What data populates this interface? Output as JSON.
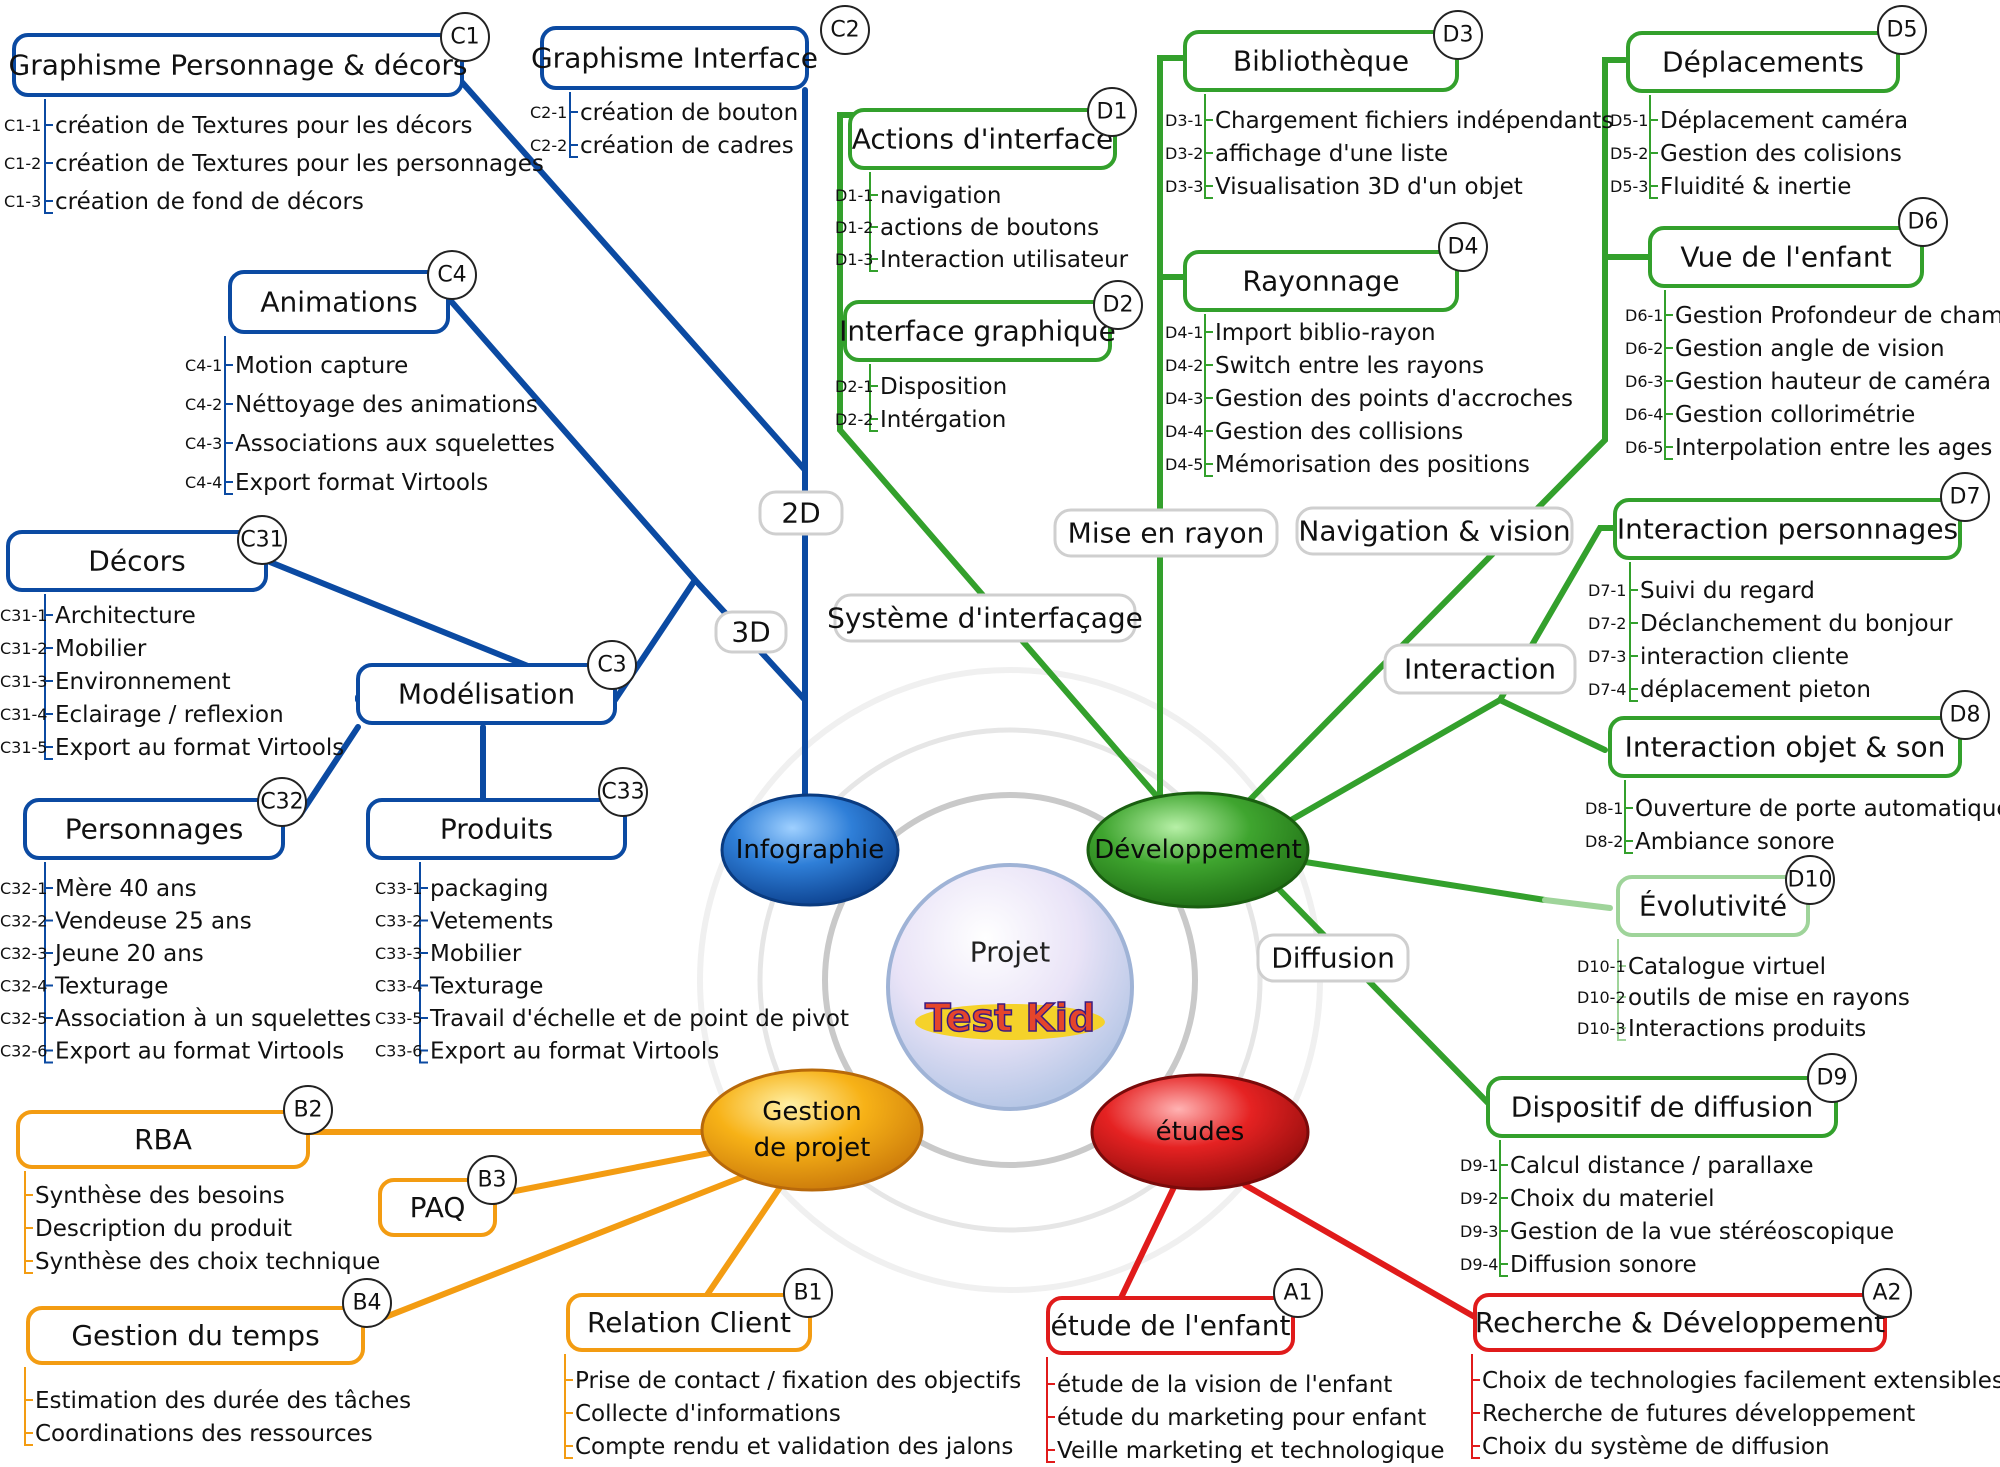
{
  "center": {
    "title": "Projet",
    "logo_text": "Test Kid"
  },
  "hubs": {
    "infographie": "Infographie",
    "developpement": "Développement",
    "gestion_line1": "Gestion",
    "gestion_line2": "de projet",
    "etudes": "études"
  },
  "branch_labels": {
    "l2d": "2D",
    "l3d": "3D",
    "interfacage": "Système d'interfaçage",
    "mise_en_rayon": "Mise en rayon",
    "navigation_vision": "Navigation & vision",
    "interaction": "Interaction",
    "diffusion": "Diffusion"
  },
  "nodes": {
    "C1": {
      "code": "C1",
      "title": "Graphisme Personnage & décors",
      "items": [
        {
          "ref": "C1-1",
          "text": "création de Textures pour les décors"
        },
        {
          "ref": "C1-2",
          "text": "création de Textures pour les personnages"
        },
        {
          "ref": "C1-3",
          "text": "création de fond de décors"
        }
      ]
    },
    "C2": {
      "code": "C2",
      "title": "Graphisme Interface",
      "items": [
        {
          "ref": "C2-1",
          "text": "création de bouton"
        },
        {
          "ref": "C2-2",
          "text": "création de cadres"
        }
      ]
    },
    "C4": {
      "code": "C4",
      "title": "Animations",
      "items": [
        {
          "ref": "C4-1",
          "text": "Motion capture"
        },
        {
          "ref": "C4-2",
          "text": "Néttoyage des animations"
        },
        {
          "ref": "C4-3",
          "text": "Associations aux squelettes"
        },
        {
          "ref": "C4-4",
          "text": "Export format Virtools"
        }
      ]
    },
    "C31": {
      "code": "C31",
      "title": "Décors",
      "items": [
        {
          "ref": "C31-1",
          "text": "Architecture"
        },
        {
          "ref": "C31-2",
          "text": "Mobilier"
        },
        {
          "ref": "C31-3",
          "text": "Environnement"
        },
        {
          "ref": "C31-4",
          "text": "Eclairage / reflexion"
        },
        {
          "ref": "C31-5",
          "text": "Export au format Virtools"
        }
      ]
    },
    "C3": {
      "code": "C3",
      "title": "Modélisation",
      "items": []
    },
    "C32": {
      "code": "C32",
      "title": "Personnages",
      "items": [
        {
          "ref": "C32-1",
          "text": "Mère 40 ans"
        },
        {
          "ref": "C32-2",
          "text": "Vendeuse 25 ans"
        },
        {
          "ref": "C32-3",
          "text": "Jeune 20 ans"
        },
        {
          "ref": "C32-4",
          "text": "Texturage"
        },
        {
          "ref": "C32-5",
          "text": "Association à un squelettes"
        },
        {
          "ref": "C32-6",
          "text": "Export au format Virtools"
        }
      ]
    },
    "C33": {
      "code": "C33",
      "title": "Produits",
      "items": [
        {
          "ref": "C33-1",
          "text": "packaging"
        },
        {
          "ref": "C33-2",
          "text": "Vetements"
        },
        {
          "ref": "C33-3",
          "text": "Mobilier"
        },
        {
          "ref": "C33-4",
          "text": "Texturage"
        },
        {
          "ref": "C33-5",
          "text": "Travail d'échelle et de point de pivot"
        },
        {
          "ref": "C33-6",
          "text": "Export au format Virtools"
        }
      ]
    },
    "D1": {
      "code": "D1",
      "title": "Actions d'interface",
      "items": [
        {
          "ref": "D1-1",
          "text": "navigation"
        },
        {
          "ref": "D1-2",
          "text": "actions de boutons"
        },
        {
          "ref": "D1-3",
          "text": "Interaction utilisateur"
        }
      ]
    },
    "D2": {
      "code": "D2",
      "title": "Interface graphique",
      "items": [
        {
          "ref": "D2-1",
          "text": "Disposition"
        },
        {
          "ref": "D2-2",
          "text": "Intérgation"
        }
      ]
    },
    "D3": {
      "code": "D3",
      "title": "Bibliothèque",
      "items": [
        {
          "ref": "D3-1",
          "text": "Chargement fichiers indépendants"
        },
        {
          "ref": "D3-2",
          "text": "affichage d'une liste"
        },
        {
          "ref": "D3-3",
          "text": "Visualisation 3D d'un objet"
        }
      ]
    },
    "D4": {
      "code": "D4",
      "title": "Rayonnage",
      "items": [
        {
          "ref": "D4-1",
          "text": "Import biblio-rayon"
        },
        {
          "ref": "D4-2",
          "text": "Switch entre les rayons"
        },
        {
          "ref": "D4-3",
          "text": "Gestion des points d'accroches"
        },
        {
          "ref": "D4-4",
          "text": "Gestion des collisions"
        },
        {
          "ref": "D4-5",
          "text": "Mémorisation des positions"
        }
      ]
    },
    "D5": {
      "code": "D5",
      "title": "Déplacements",
      "items": [
        {
          "ref": "D5-1",
          "text": "Déplacement caméra"
        },
        {
          "ref": "D5-2",
          "text": "Gestion des colisions"
        },
        {
          "ref": "D5-3",
          "text": "Fluidité & inertie"
        }
      ]
    },
    "D6": {
      "code": "D6",
      "title": "Vue de l'enfant",
      "items": [
        {
          "ref": "D6-1",
          "text": "Gestion Profondeur de champ"
        },
        {
          "ref": "D6-2",
          "text": "Gestion angle de vision"
        },
        {
          "ref": "D6-3",
          "text": "Gestion hauteur de caméra"
        },
        {
          "ref": "D6-4",
          "text": "Gestion collorimétrie"
        },
        {
          "ref": "D6-5",
          "text": "Interpolation entre les ages"
        }
      ]
    },
    "D7": {
      "code": "D7",
      "title": "Interaction personnages",
      "items": [
        {
          "ref": "D7-1",
          "text": "Suivi du regard"
        },
        {
          "ref": "D7-2",
          "text": "Déclanchement du bonjour"
        },
        {
          "ref": "D7-3",
          "text": "interaction cliente"
        },
        {
          "ref": "D7-4",
          "text": "déplacement pieton"
        }
      ]
    },
    "D8": {
      "code": "D8",
      "title": "Interaction objet & son",
      "items": [
        {
          "ref": "D8-1",
          "text": "Ouverture de porte automatique"
        },
        {
          "ref": "D8-2",
          "text": "Ambiance sonore"
        }
      ]
    },
    "D10": {
      "code": "D10",
      "title": "Évolutivité",
      "items": [
        {
          "ref": "D10-1",
          "text": "Catalogue virtuel"
        },
        {
          "ref": "D10-2",
          "text": "outils de mise en rayons"
        },
        {
          "ref": "D10-3",
          "text": "Interactions produits"
        }
      ]
    },
    "D9": {
      "code": "D9",
      "title": "Dispositif de diffusion",
      "items": [
        {
          "ref": "D9-1",
          "text": "Calcul  distance / parallaxe"
        },
        {
          "ref": "D9-2",
          "text": "Choix du materiel"
        },
        {
          "ref": "D9-3",
          "text": "Gestion de la vue stéréoscopique"
        },
        {
          "ref": "D9-4",
          "text": "Diffusion sonore"
        }
      ]
    },
    "B2": {
      "code": "B2",
      "title": "RBA",
      "items": [
        {
          "ref": "",
          "text": "Synthèse des besoins"
        },
        {
          "ref": "",
          "text": "Description du produit"
        },
        {
          "ref": "",
          "text": "Synthèse des choix technique"
        }
      ]
    },
    "B3": {
      "code": "B3",
      "title": "PAQ",
      "items": []
    },
    "B4": {
      "code": "B4",
      "title": "Gestion du temps",
      "items": [
        {
          "ref": "",
          "text": "Estimation des durée des tâches"
        },
        {
          "ref": "",
          "text": "Coordinations des ressources"
        }
      ]
    },
    "B1": {
      "code": "B1",
      "title": "Relation Client",
      "items": [
        {
          "ref": "",
          "text": "Prise de contact / fixation des objectifs"
        },
        {
          "ref": "",
          "text": "Collecte d'informations"
        },
        {
          "ref": "",
          "text": "Compte rendu et validation des jalons"
        }
      ]
    },
    "A1": {
      "code": "A1",
      "title": "étude de l'enfant",
      "items": [
        {
          "ref": "",
          "text": "étude de la vision de l'enfant"
        },
        {
          "ref": "",
          "text": "étude du marketing pour enfant"
        },
        {
          "ref": "",
          "text": "Veille marketing et technologique"
        }
      ]
    },
    "A2": {
      "code": "A2",
      "title": "Recherche & Développement",
      "items": [
        {
          "ref": "",
          "text": "Choix de technologies facilement extensibles"
        },
        {
          "ref": "",
          "text": "Recherche de futures développement"
        },
        {
          "ref": "",
          "text": "Choix du système de diffusion"
        }
      ]
    }
  },
  "colors": {
    "infographie": "#0b4aa2",
    "developpement": "#33a02c",
    "gestion": "#f39c12",
    "etudes": "#e01b1b",
    "evolutivite": "#9fd49a"
  }
}
